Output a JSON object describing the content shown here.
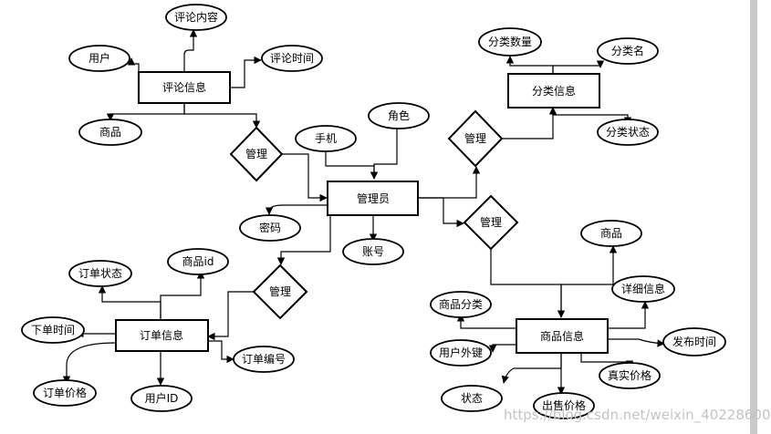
{
  "diagram": {
    "entities": {
      "comment": "评论信息",
      "category": "分类信息",
      "admin": "管理员",
      "order": "订单信息",
      "product": "商品信息"
    },
    "relations": {
      "r1": "管理",
      "r2": "管理",
      "r3": "管理",
      "r4": "管理"
    },
    "attributes": {
      "comment_content": "评论内容",
      "comment_user": "用户",
      "comment_time": "评论时间",
      "comment_product": "商品",
      "category_count": "分类数量",
      "category_name": "分类名",
      "category_status": "分类状态",
      "admin_role": "角色",
      "admin_phone": "手机",
      "admin_password": "密码",
      "admin_account": "账号",
      "order_product_id": "商品id",
      "order_status": "订单状态",
      "order_time": "下单时间",
      "order_price": "订单价格",
      "order_user_id": "用户ID",
      "order_number": "订单编号",
      "product_product": "商品",
      "product_detail": "详细信息",
      "product_category": "商品分类",
      "product_user_fk": "用户外键",
      "product_publish_time": "发布时间",
      "product_status": "状态",
      "product_real_price": "真实价格",
      "product_sale_price": "出售价格"
    }
  },
  "watermark": "https://blog.csdn.net/weixin_40228600"
}
